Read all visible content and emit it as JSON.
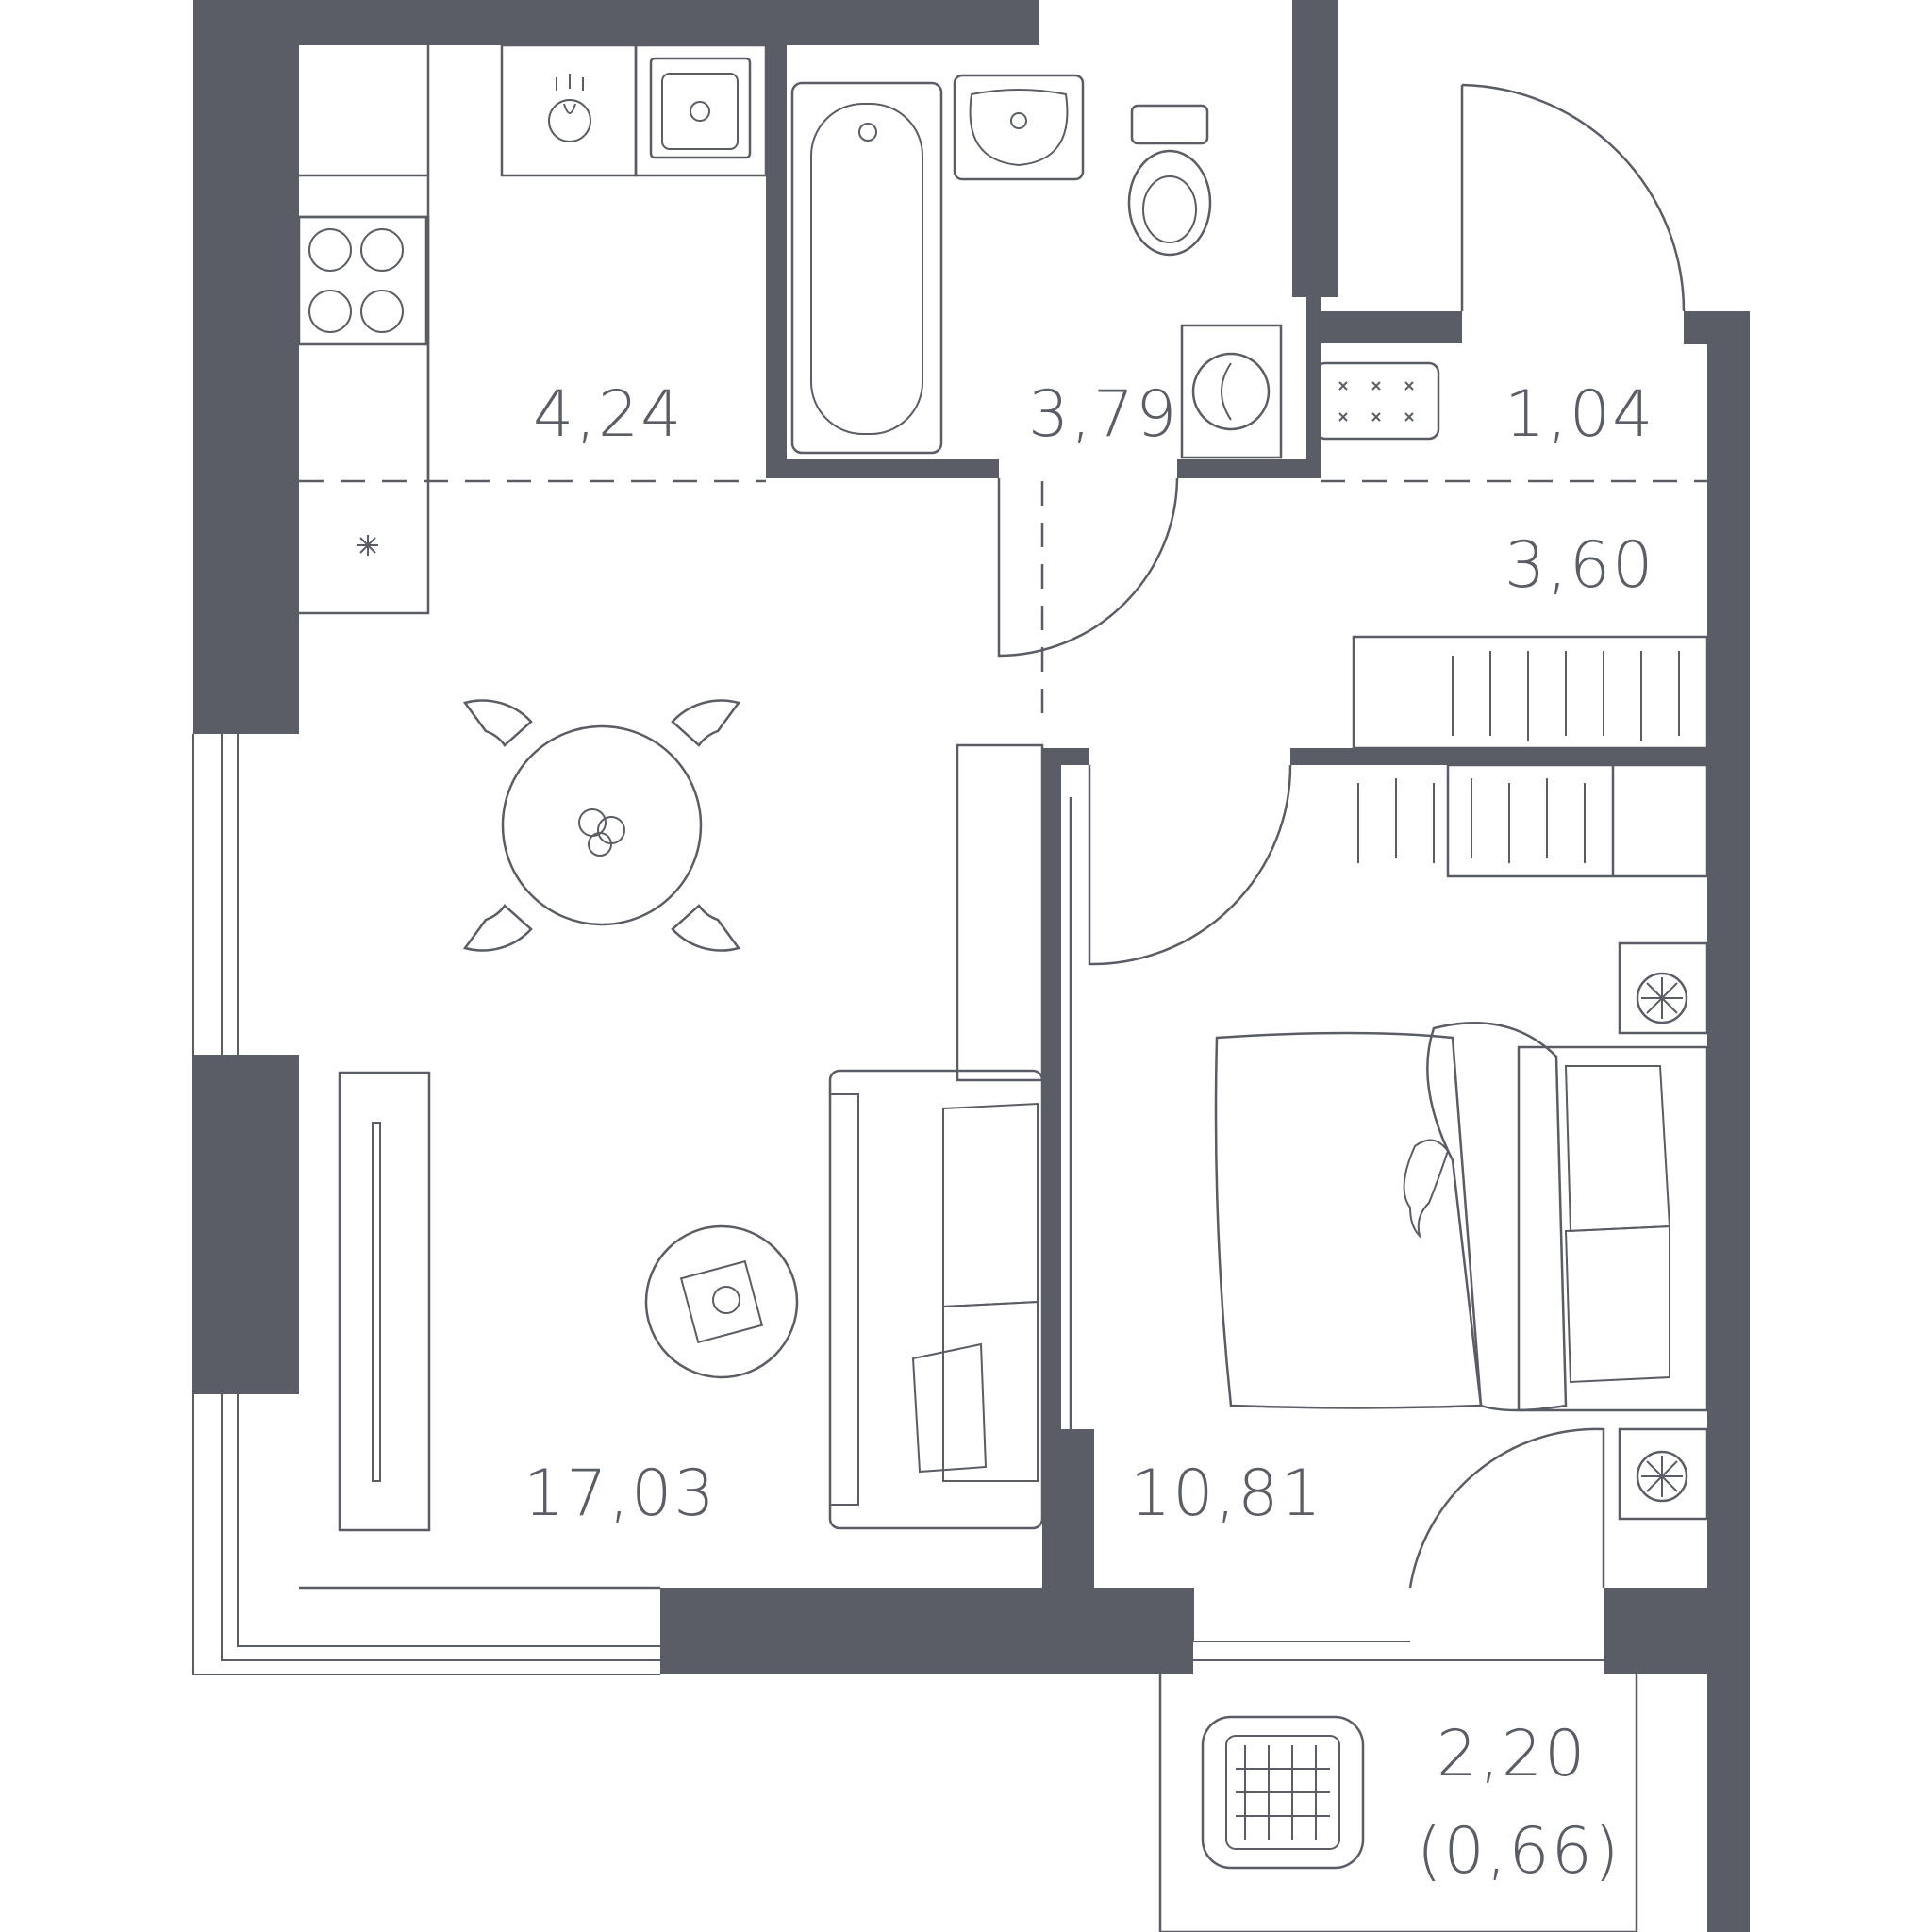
{
  "plan": {
    "wall_color": "#5a5d65",
    "rooms": [
      {
        "id": "kitchen",
        "area": "4,24"
      },
      {
        "id": "bathroom",
        "area": "3,79"
      },
      {
        "id": "closet",
        "area": "1,04"
      },
      {
        "id": "hallway",
        "area": "3,60"
      },
      {
        "id": "living-room",
        "area": "17,03"
      },
      {
        "id": "bedroom",
        "area": "10,81"
      },
      {
        "id": "balcony",
        "area": "2,20",
        "area_reduced": "(0,66)"
      }
    ]
  }
}
